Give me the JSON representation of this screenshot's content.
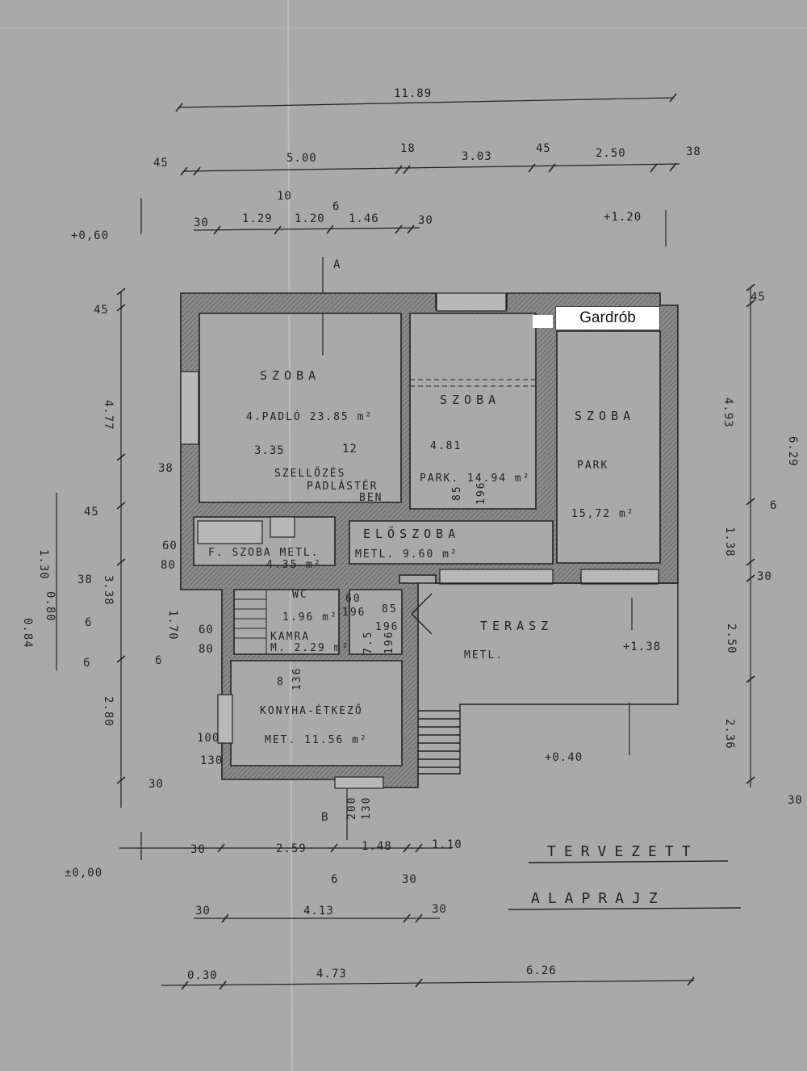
{
  "title": {
    "line1": "TERVEZETT",
    "line2": "ALAPRAJZ"
  },
  "overlay_label": "Gardrób",
  "section_marks": {
    "top": "A",
    "bottom": "B"
  },
  "levels": {
    "l1": "+0,60",
    "l2": "+1.20",
    "l3": "+0.40",
    "l4": "+1.38",
    "l5": "±0,00"
  },
  "rooms": {
    "r1": {
      "name": "SZOBA",
      "line2": "4.PADLÓ 23.85 m²"
    },
    "r2": {
      "name": "SZOBA",
      "line2": "4.81",
      "line3": "PARK. 14.94 m²"
    },
    "r3": {
      "name": "SZOBA",
      "line2": "PARK",
      "line3": "15,72 m²"
    },
    "hall": {
      "name": "ELŐSZOBA",
      "line2": "METL.  9.60 m²"
    },
    "bath": {
      "name": "F. SZOBA  METL.",
      "line2": "4.35 m²"
    },
    "wc": {
      "name": "WC",
      "line2": "1.96 m²"
    },
    "pantry": {
      "name": "KAMRA",
      "line2": "M. 2.29 m²"
    },
    "kitchen": {
      "name": "KONYHA-ÉTKEZŐ",
      "line2": "MET. 11.56 m²"
    },
    "terrace": {
      "name": "TERASZ",
      "line2": "METL."
    },
    "vent": {
      "line1": "SZELLŐZÉS",
      "line2": "PADLÁSTÉR",
      "line3": "BEN"
    }
  },
  "dims_top": {
    "total": "11.89",
    "a": "45",
    "b": "5.00",
    "c": "18",
    "d": "3.03",
    "e": "45",
    "f": "2.50",
    "g": "38"
  },
  "dims_top2": {
    "a": "30",
    "b": "1.29",
    "c": "10",
    "d": "1.20",
    "e": "6",
    "f": "1.46",
    "g": "30"
  },
  "dims_left": {
    "a": "45",
    "b": "4.77",
    "c": "38",
    "d": "45",
    "e": "1.30",
    "f": "3.38",
    "g": "60",
    "h": "80",
    "i": "38",
    "j": "0.80",
    "k": "0.84",
    "l": "6",
    "m": "6",
    "n": "6",
    "o": "1.70",
    "p": "60",
    "q": "80",
    "r": "2.80",
    "s": "100",
    "t": "130",
    "u": "30"
  },
  "dims_inner": {
    "a": "3.35",
    "b": "12",
    "c": "85",
    "d": "196",
    "e": "60",
    "f": "196",
    "g": "85",
    "h": "196",
    "i": "7.5",
    "j": "196",
    "k": "8",
    "l": "136",
    "m": "200",
    "n": "130"
  },
  "dims_right": {
    "a": "45",
    "b": "4.93",
    "c": "6.29",
    "d": "6",
    "e": "1.38",
    "f": "30",
    "g": "2.50",
    "h": "2.36",
    "i": "30"
  },
  "dims_bottom": {
    "a": "30",
    "b": "2.59",
    "c": "1.48",
    "d": "1.10",
    "e": "6",
    "f": "30"
  },
  "dims_bottom2": {
    "a": "30",
    "b": "4.13",
    "c": "30"
  },
  "dims_bottom3": {
    "a": "0.30",
    "b": "4.73",
    "c": "6.26"
  }
}
